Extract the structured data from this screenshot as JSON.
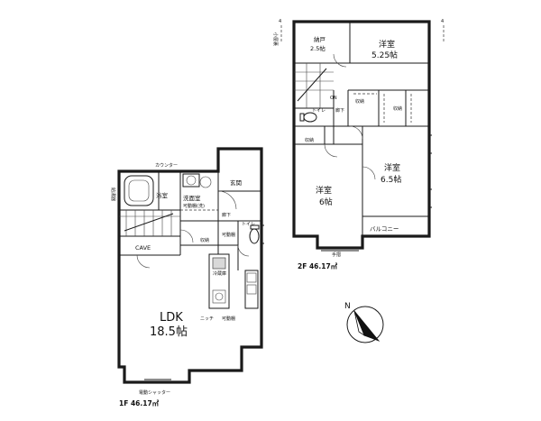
{
  "first_floor": {
    "caption": "1F 46.17㎡",
    "rooms": {
      "ldk_name": "LDK",
      "ldk_size": "18.5帖",
      "bath": "浴室",
      "washroom": "洗面室",
      "washroom_note": "可動棚(洗)",
      "entrance": "玄関",
      "hall": "廊下",
      "toilet": "トイレ",
      "cave": "CAVE",
      "storage": "収納"
    },
    "annotations": {
      "counter": "カウンター",
      "water_heater": "給湯器",
      "fridge": "冷蔵庫",
      "niche": "ニッチ",
      "movable_shelf": "可動棚",
      "shutter": "電動シャッター",
      "shelf_note": "可動棚"
    }
  },
  "second_floor": {
    "caption": "2F 46.17㎡",
    "rooms": {
      "closet_name": "納戸",
      "closet_size": "2.5帖",
      "western1_name": "洋室",
      "western1_size": "5.25帖",
      "western2_name": "洋室",
      "western2_size": "6帖",
      "western3_name": "洋室",
      "western3_size": "6.5帖",
      "balcony": "バルコニー",
      "hall": "廊下",
      "toilet": "トイレ",
      "storage": "収納",
      "handrail": "手摺"
    },
    "annotations": {
      "on_mark": "ON",
      "loft_mark": "小屋裏"
    }
  },
  "compass": {
    "label": "N"
  }
}
